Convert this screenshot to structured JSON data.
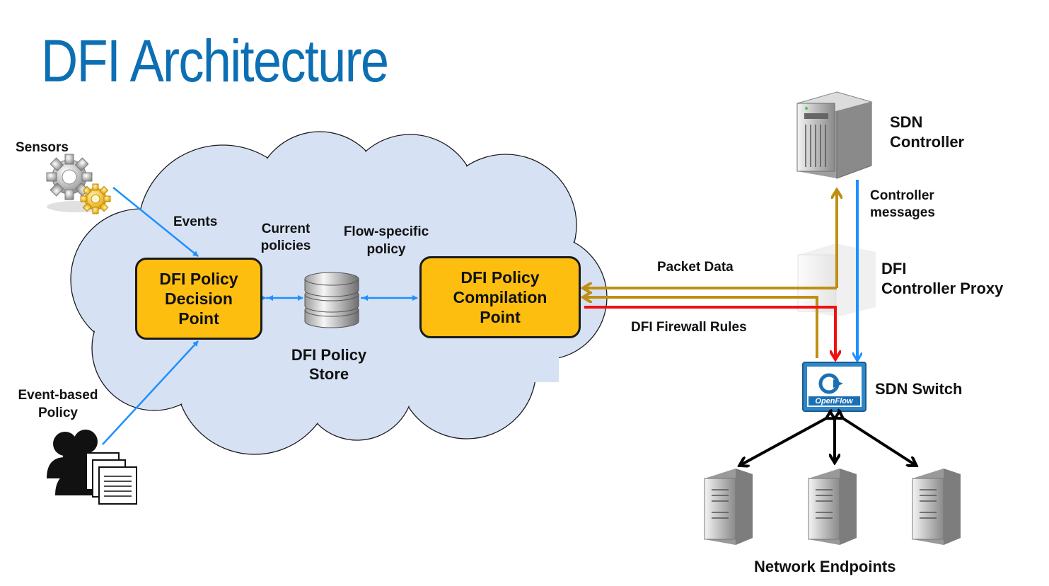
{
  "title": "DFI Architecture",
  "labels": {
    "sensors": "Sensors",
    "events": "Events",
    "current_policies_1": "Current",
    "current_policies_2": "policies",
    "flow_specific_1": "Flow-specific",
    "flow_specific_2": "policy",
    "event_based_1": "Event-based",
    "event_based_2": "Policy",
    "policy_store_1": "DFI Policy",
    "policy_store_2": "Store",
    "sdn_controller_1": "SDN",
    "sdn_controller_2": "Controller",
    "controller_messages_1": "Controller",
    "controller_messages_2": "messages",
    "packet_data": "Packet Data",
    "dfi_proxy_1": "DFI",
    "dfi_proxy_2": "Controller Proxy",
    "firewall_rules": "DFI Firewall Rules",
    "sdn_switch": "SDN Switch",
    "network_endpoints": "Network Endpoints",
    "openflow": "OpenFlow"
  },
  "boxes": {
    "decision_1": "DFI Policy",
    "decision_2": "Decision",
    "decision_3": "Point",
    "compilation_1": "DFI Policy",
    "compilation_2": "Compilation",
    "compilation_3": "Point"
  },
  "colors": {
    "title": "#0d6fb3",
    "box_fill": "#fdbe10",
    "cloud_fill": "#d6e1f3",
    "blue_arrow": "#1e90ff",
    "packet_data_arrow": "#bf8f13",
    "firewall_arrow": "#ee1111"
  },
  "icons": [
    "gears-icon",
    "users-documents-icon",
    "database-icon",
    "server-tower-icon",
    "openflow-switch-icon"
  ]
}
